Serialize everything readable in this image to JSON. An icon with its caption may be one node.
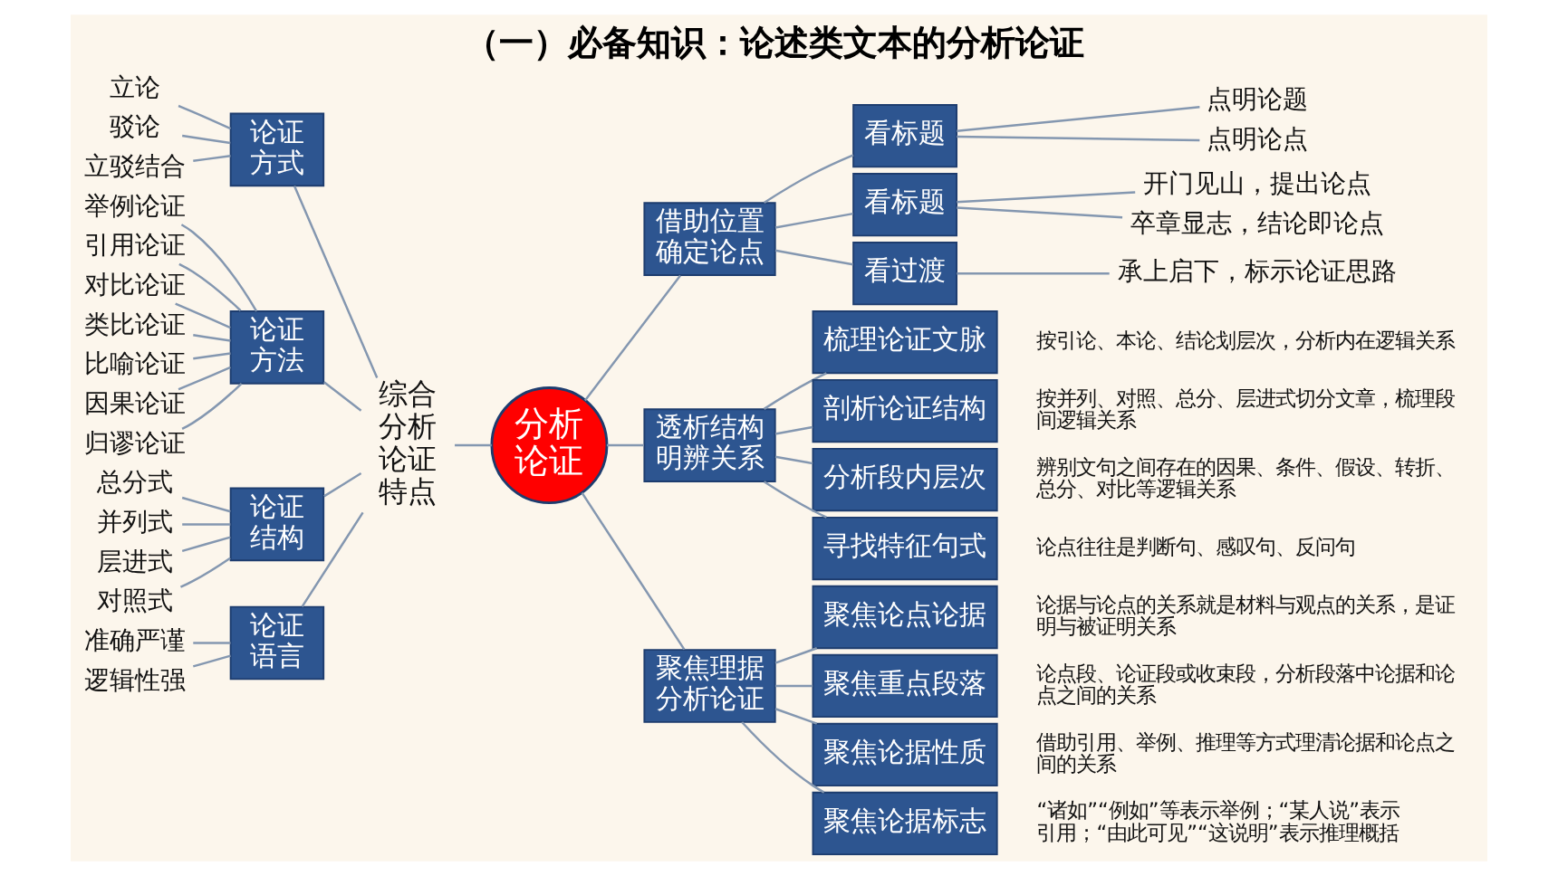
{
  "diagram": {
    "title": "（一）必备知识：论述类文本的分析论证",
    "nodes": [
      {
        "text": [
          "立论"
        ]
      },
      {
        "text": [
          "驳论"
        ]
      },
      {
        "text": [
          "立驳结合"
        ]
      },
      {
        "text": [
          "论证方式"
        ]
      },
      {
        "text": [
          "举例论证"
        ]
      },
      {
        "text": [
          "引用论证"
        ]
      },
      {
        "text": [
          "对比论证"
        ]
      },
      {
        "text": [
          "类比论证"
        ]
      },
      {
        "text": [
          "比喻论证"
        ]
      },
      {
        "text": [
          "因果论证"
        ]
      },
      {
        "text": [
          "归谬论证"
        ]
      },
      {
        "text": [
          "论证方法"
        ]
      },
      {
        "text": [
          "总分式"
        ]
      },
      {
        "text": [
          "并列式"
        ]
      },
      {
        "text": [
          "层进式"
        ]
      },
      {
        "text": [
          "对照式"
        ]
      },
      {
        "text": [
          "论证结构"
        ]
      },
      {
        "text": [
          "准确严谨"
        ]
      },
      {
        "text": [
          "逻辑性强"
        ]
      },
      {
        "text": [
          "论证语言"
        ]
      },
      {
        "text": [
          "综合分析论证特点"
        ]
      },
      {
        "text": [
          "分析论证"
        ]
      },
      {
        "text": [
          "借助位置确定论点"
        ]
      },
      {
        "text": [
          "看标题"
        ]
      },
      {
        "text": [
          "点明论题"
        ]
      },
      {
        "text": [
          "点明论点"
        ]
      },
      {
        "text": [
          "看标题"
        ]
      },
      {
        "text": [
          "开门见山，提出论点"
        ]
      },
      {
        "text": [
          "卒章显志，结论即论点"
        ]
      },
      {
        "text": [
          "看过渡"
        ]
      },
      {
        "text": [
          "承上启下，标示论证思路"
        ]
      },
      {
        "text": [
          "透析结构明辨关系"
        ]
      },
      {
        "text": [
          "梳理论证文脉"
        ],
        "beside": [
          "按引论、本论、结论划层次，分析内在逻辑关系"
        ]
      },
      {
        "text": [
          "剖析论证结构"
        ],
        "beside": [
          "按并列、对照、总分、层进式切分文章，梳理段间逻辑关系"
        ]
      },
      {
        "text": [
          "分析段内层次"
        ],
        "beside": [
          "辨别文句之间存在的因果、条件、假设、转折、总分、对比等逻辑关系"
        ]
      },
      {
        "text": [
          "寻找特征句式"
        ],
        "beside": [
          "论点往往是判断句、感叹句、反问句"
        ]
      },
      {
        "text": [
          "聚焦理据分析论证"
        ]
      },
      {
        "text": [
          "聚焦论点论据"
        ],
        "beside": [
          "论据与论点的关系就是材料与观点的关系，是证明与被证明关系"
        ]
      },
      {
        "text": [
          "聚焦重点段落"
        ],
        "beside": [
          "论点段、论证段或收束段，分析段落中论据和论点之间的关系"
        ]
      },
      {
        "text": [
          "聚焦论据性质"
        ],
        "beside": [
          "借助引用、举例、推理等方式理清论据和论点之间的关系"
        ]
      },
      {
        "text": [
          "聚焦论据标志"
        ],
        "beside": [
          "“诸如”“例如”等表示举例；“某人说”表示引用；“由此可见”“这说明”表示推理概括"
        ]
      }
    ],
    "edges": [
      {
        "from": 0,
        "to": 3,
        "arrow": "none"
      },
      {
        "from": 1,
        "to": 3,
        "arrow": "none"
      },
      {
        "from": 2,
        "to": 3,
        "arrow": "none"
      },
      {
        "from": 4,
        "to": 11,
        "arrow": "none"
      },
      {
        "from": 5,
        "to": 11,
        "arrow": "none"
      },
      {
        "from": 6,
        "to": 11,
        "arrow": "none"
      },
      {
        "from": 7,
        "to": 11,
        "arrow": "none"
      },
      {
        "from": 8,
        "to": 11,
        "arrow": "none"
      },
      {
        "from": 9,
        "to": 11,
        "arrow": "none"
      },
      {
        "from": 10,
        "to": 11,
        "arrow": "none"
      },
      {
        "from": 12,
        "to": 16,
        "arrow": "none"
      },
      {
        "from": 13,
        "to": 16,
        "arrow": "none"
      },
      {
        "from": 14,
        "to": 16,
        "arrow": "none"
      },
      {
        "from": 15,
        "to": 16,
        "arrow": "none"
      },
      {
        "from": 17,
        "to": 19,
        "arrow": "none"
      },
      {
        "from": 18,
        "to": 19,
        "arrow": "none"
      },
      {
        "from": 3,
        "to": 20,
        "arrow": "none"
      },
      {
        "from": 11,
        "to": 20,
        "arrow": "none"
      },
      {
        "from": 16,
        "to": 20,
        "arrow": "none"
      },
      {
        "from": 19,
        "to": 20,
        "arrow": "none"
      },
      {
        "from": 20,
        "to": 21,
        "arrow": "none"
      },
      {
        "from": 21,
        "to": 22,
        "arrow": "none"
      },
      {
        "from": 21,
        "to": 31,
        "arrow": "none"
      },
      {
        "from": 21,
        "to": 36,
        "arrow": "none"
      },
      {
        "from": 22,
        "to": 23,
        "arrow": "none"
      },
      {
        "from": 22,
        "to": 26,
        "arrow": "none"
      },
      {
        "from": 22,
        "to": 29,
        "arrow": "none"
      },
      {
        "from": 23,
        "to": 24,
        "arrow": "none"
      },
      {
        "from": 23,
        "to": 25,
        "arrow": "none"
      },
      {
        "from": 26,
        "to": 27,
        "arrow": "none"
      },
      {
        "from": 26,
        "to": 28,
        "arrow": "none"
      },
      {
        "from": 29,
        "to": 30,
        "arrow": "none"
      },
      {
        "from": 31,
        "to": 32,
        "arrow": "none"
      },
      {
        "from": 31,
        "to": 33,
        "arrow": "none"
      },
      {
        "from": 31,
        "to": 34,
        "arrow": "none"
      },
      {
        "from": 31,
        "to": 35,
        "arrow": "none"
      },
      {
        "from": 36,
        "to": 37,
        "arrow": "none"
      },
      {
        "from": 36,
        "to": 38,
        "arrow": "none"
      },
      {
        "from": 36,
        "to": 39,
        "arrow": "none"
      },
      {
        "from": 36,
        "to": 40,
        "arrow": "none"
      }
    ]
  }
}
